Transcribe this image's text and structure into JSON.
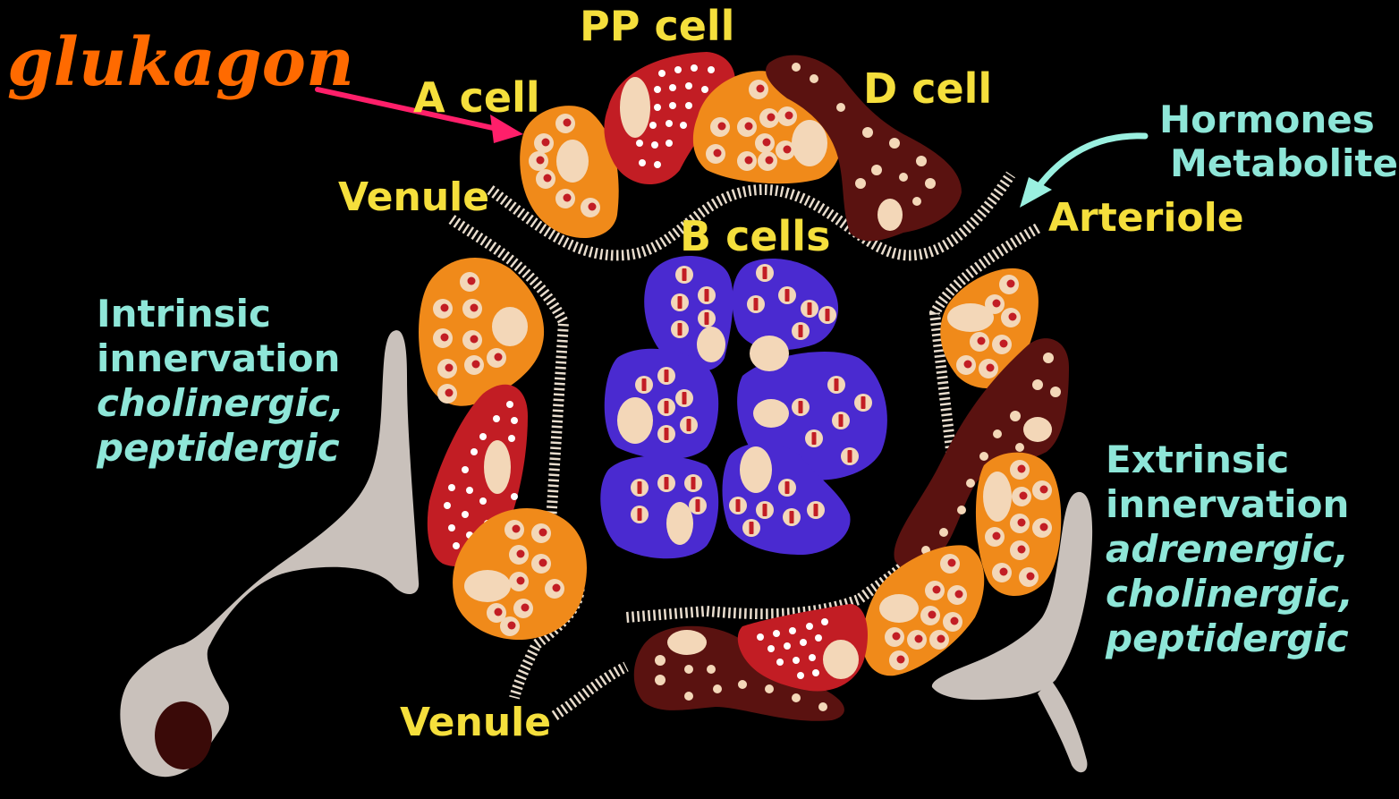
{
  "labels": {
    "glukagon": "glukagon",
    "pp_cell": "PP cell",
    "a_cell": "A cell",
    "d_cell": "D cell",
    "venule_top": "Venule",
    "venule_bottom": "Venule",
    "b_cells": "B cells",
    "arteriole": "Arteriole",
    "hormones": "Hormones",
    "metabolites": "Metabolites",
    "intrinsic_1": "Intrinsic",
    "intrinsic_2": "innervation",
    "intrinsic_3": "cholinergic,",
    "intrinsic_4": "peptidergic",
    "extrinsic_1": "Extrinsic",
    "extrinsic_2": "innervation",
    "extrinsic_3": "adrenergic,",
    "extrinsic_4": "cholinergic,",
    "extrinsic_5": "peptidergic"
  },
  "colors": {
    "background": "#000000",
    "a_cell": "#f08a1a",
    "pp_cell": "#c21d24",
    "d_cell": "#5a1210",
    "b_cell": "#4a2ad0",
    "nucleus": "#f3d7b8",
    "nerve": "#c9c1bb",
    "yellow_label": "#f5df3c",
    "cyan_label": "#8ee6d8",
    "arrow_pink": "#ff1f6a",
    "arrow_cyan": "#9af0e0",
    "title_orange": "#ff6a00"
  }
}
